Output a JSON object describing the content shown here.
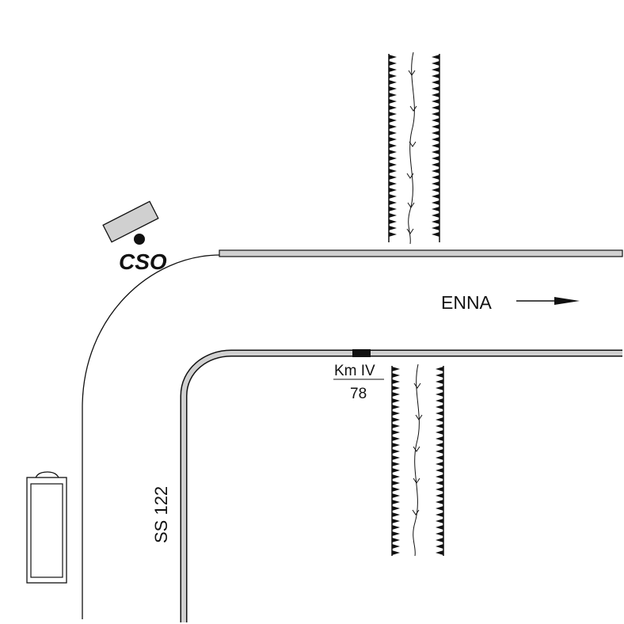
{
  "labels": {
    "cso": "CSO",
    "destination": "ENNA",
    "km_marker": "Km IV",
    "km_number": "78",
    "road": "SS 122"
  },
  "colors": {
    "line": "#111111",
    "road_edge_fill": "#d0d0d0",
    "vehicle_fill": "#d0d0d0",
    "marker_fill": "#111111"
  },
  "icons": {
    "direction": "arrow-right-icon",
    "camera": "camera-icon",
    "vehicle": "van-icon",
    "km_marker": "milestone-icon"
  }
}
